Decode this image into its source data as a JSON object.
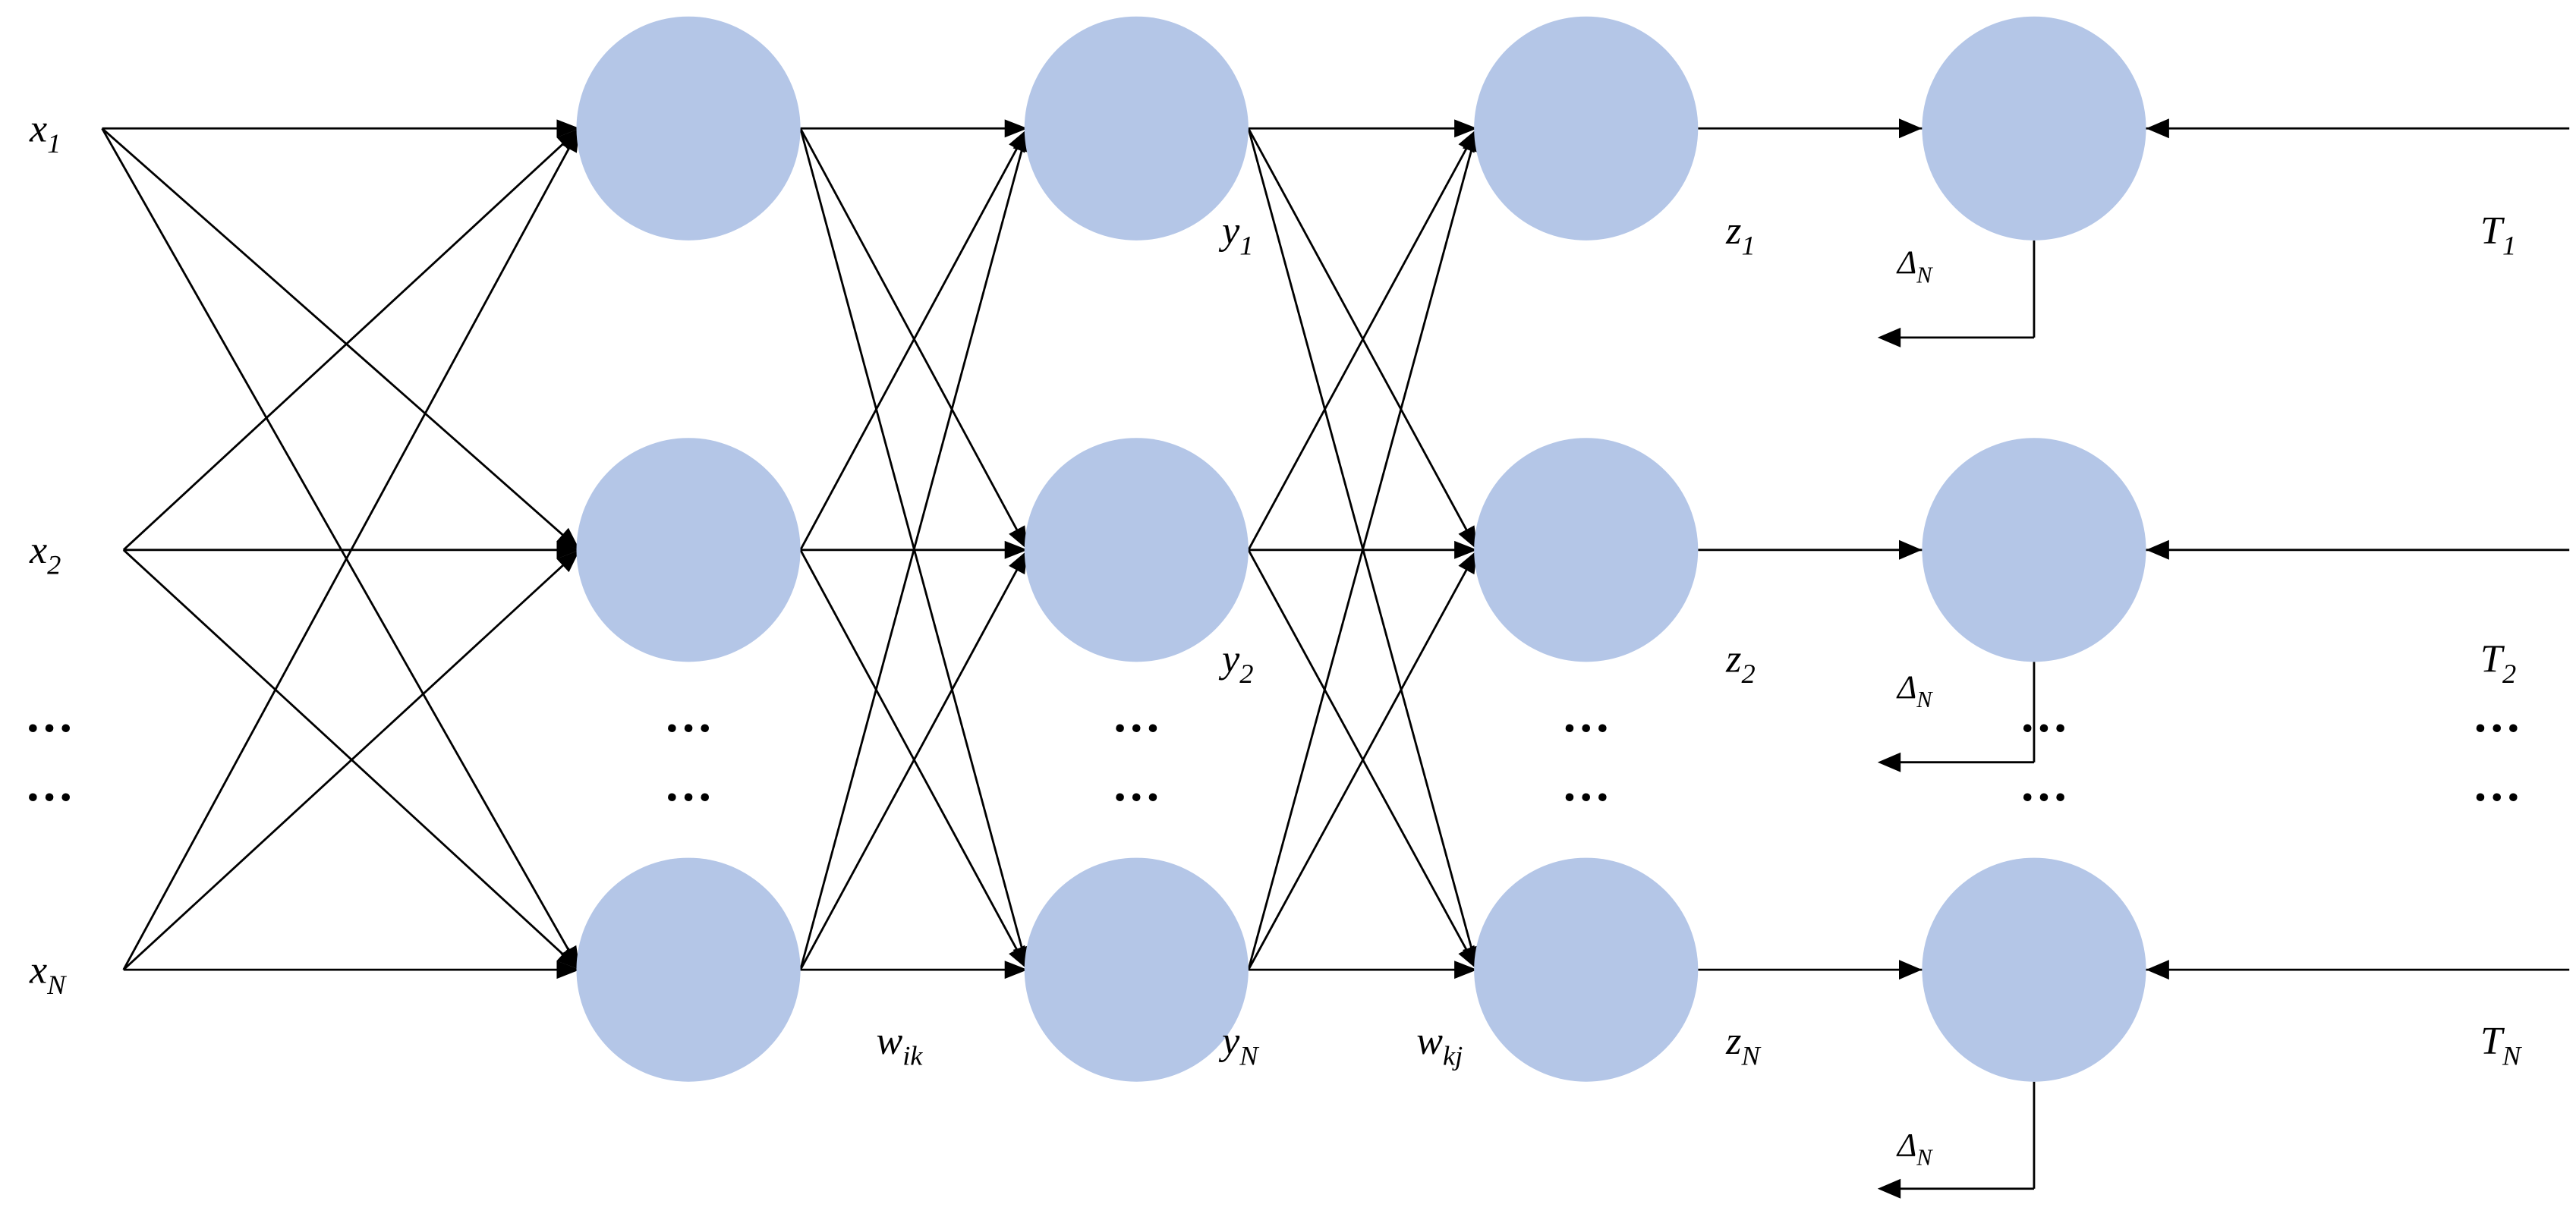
{
  "colors": {
    "node_fill": "#b4c6e7",
    "line": "#000000",
    "background": "#ffffff"
  },
  "inputs": [
    {
      "base": "x",
      "sub": "1"
    },
    {
      "base": "x",
      "sub": "2"
    },
    {
      "base": "x",
      "sub": "N"
    }
  ],
  "hidden_outputs": [
    {
      "base": "y",
      "sub": "1"
    },
    {
      "base": "y",
      "sub": "2"
    },
    {
      "base": "y",
      "sub": "N"
    }
  ],
  "outputs": [
    {
      "base": "z",
      "sub": "1"
    },
    {
      "base": "z",
      "sub": "2"
    },
    {
      "base": "z",
      "sub": "N"
    }
  ],
  "targets": [
    {
      "base": "T",
      "sub": "1"
    },
    {
      "base": "T",
      "sub": "2"
    },
    {
      "base": "T",
      "sub": "N"
    }
  ],
  "errors": [
    {
      "base": "Δ",
      "sub": "N"
    },
    {
      "base": "Δ",
      "sub": "N"
    },
    {
      "base": "Δ",
      "sub": "N"
    }
  ],
  "weights": [
    {
      "base": "w",
      "sub": "ik"
    },
    {
      "base": "w",
      "sub": "kj"
    }
  ],
  "ellipsis": "···",
  "node_columns": [
    "input-layer",
    "hidden-layer-1",
    "hidden-layer-2",
    "output-layer",
    "error-layer"
  ]
}
